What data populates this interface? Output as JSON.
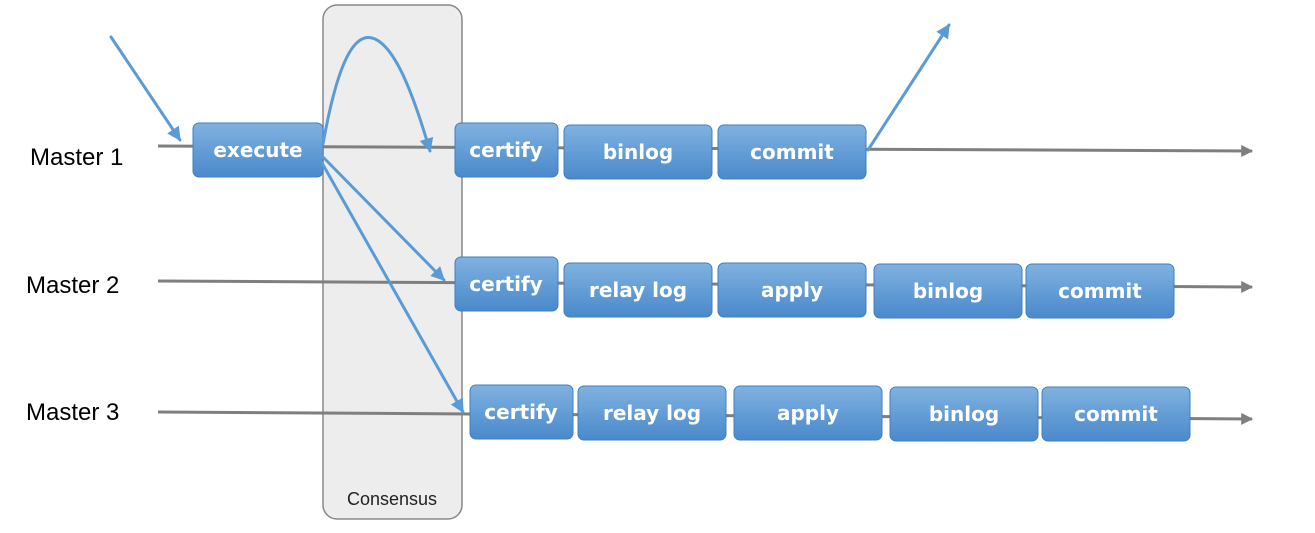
{
  "masters": [
    {
      "label": "Master 1",
      "boxes": [
        "execute",
        "certify",
        "binlog",
        "commit"
      ]
    },
    {
      "label": "Master 2",
      "boxes": [
        "certify",
        "relay log",
        "apply",
        "binlog",
        "commit"
      ]
    },
    {
      "label": "Master 3",
      "boxes": [
        "certify",
        "relay log",
        "apply",
        "binlog",
        "commit"
      ]
    }
  ],
  "consensus": {
    "label": "Consensus"
  },
  "colors": {
    "box_fill_top": "#7fb0df",
    "box_fill_bottom": "#4a89cb",
    "box_stroke": "#3f7fc3",
    "arrow_blue": "#5b9bd5",
    "timeline_gray": "#7f7f7f",
    "consensus_fill": "#ededed",
    "consensus_stroke": "#888888"
  }
}
